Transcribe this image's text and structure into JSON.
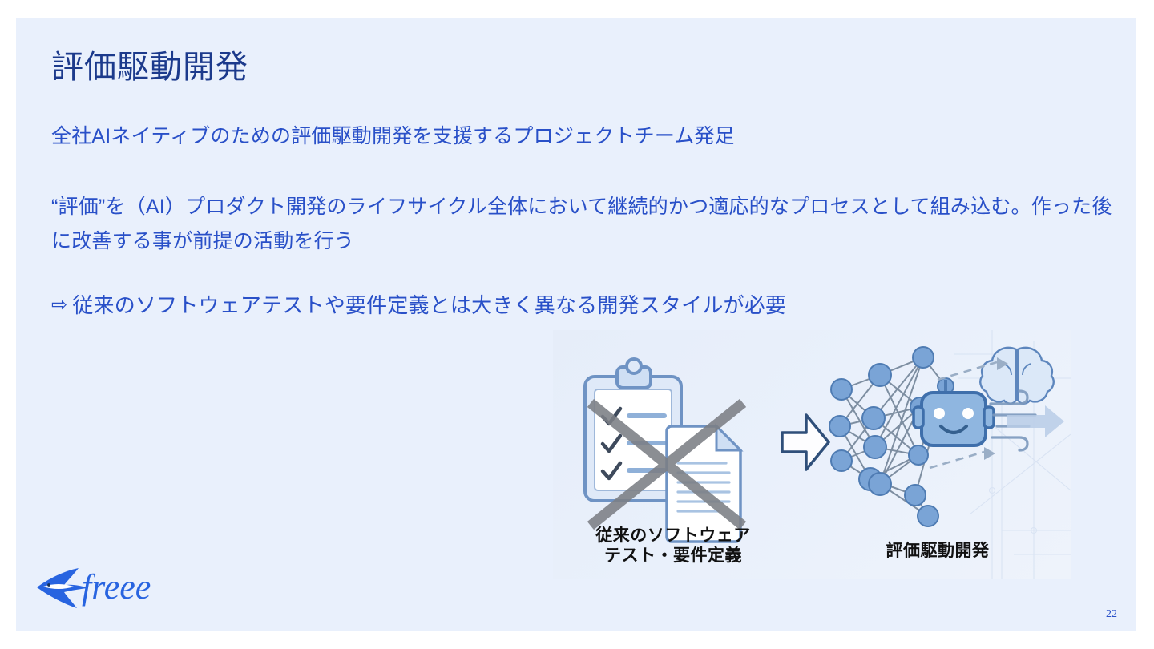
{
  "slide": {
    "title": "評価駆動開発",
    "page_number": "22",
    "background_color": "#e9f0fc",
    "title_color": "#1c3a8c",
    "body_color": "#2950c8",
    "paragraphs": [
      "全社AIネイティブのための評価駆動開発を支援するプロジェクトチーム発足",
      "“評価”を（AI）プロダクト開発のライフサイクル全体において継続的かつ適応的なプロセスとして組み込む。作った後に改善する事が前提の活動を行う"
    ],
    "conclusion": {
      "arrow": "⇨",
      "text": "従来のソフトウェアテストや要件定義とは大きく異なる開発スタイルが必要"
    }
  },
  "figure": {
    "left_caption_line1": "従来のソフトウェア",
    "left_caption_line2": "テスト・要件定義",
    "right_caption": "評価駆動開発",
    "left_icons": [
      "clipboard-checklist-icon",
      "document-icon",
      "cross-out-x"
    ],
    "transition_icon": "right-arrow-icon",
    "right_icons": [
      "neural-network-icon",
      "robot-face-icon",
      "brain-icon",
      "speed-lines",
      "right-arrow-icon"
    ],
    "accent_color": "#5a8ad0"
  },
  "footer": {
    "logo_text": "freee",
    "logo_icon": "swallow-bird-icon",
    "logo_color": "#2864e0"
  }
}
